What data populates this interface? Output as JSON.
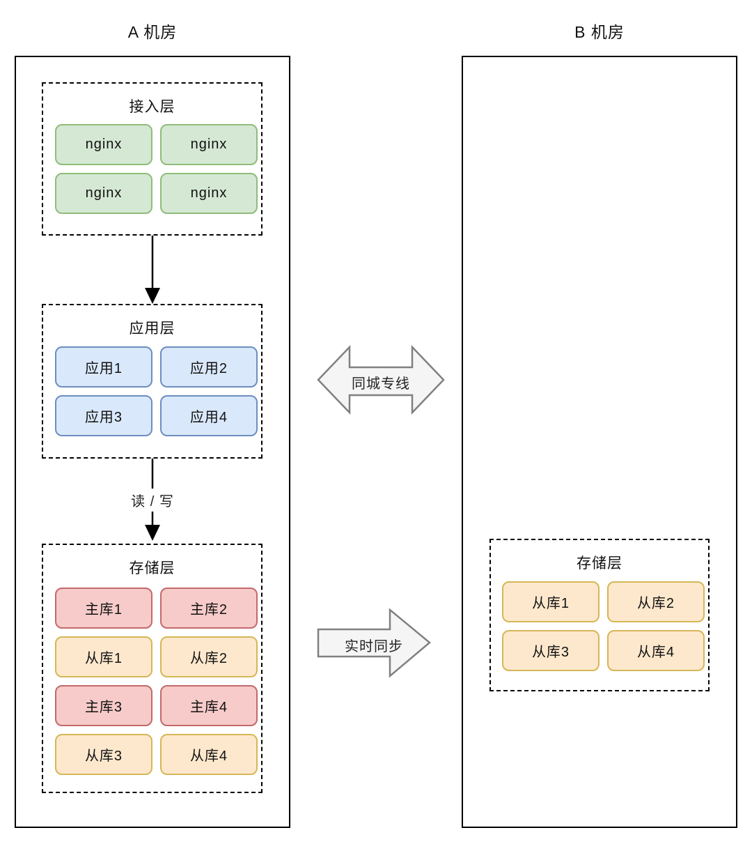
{
  "datacenter_a": {
    "title": "A 机房",
    "access_layer": {
      "title": "接入层",
      "nodes": [
        "nginx",
        "nginx",
        "nginx",
        "nginx"
      ]
    },
    "app_layer": {
      "title": "应用层",
      "nodes": [
        "应用1",
        "应用2",
        "应用3",
        "应用4"
      ]
    },
    "storage_layer": {
      "title": "存储层",
      "nodes": [
        {
          "label": "主库1",
          "type": "master"
        },
        {
          "label": "主库2",
          "type": "master"
        },
        {
          "label": "从库1",
          "type": "slave"
        },
        {
          "label": "从库2",
          "type": "slave"
        },
        {
          "label": "主库3",
          "type": "master"
        },
        {
          "label": "主库4",
          "type": "master"
        },
        {
          "label": "从库3",
          "type": "slave"
        },
        {
          "label": "从库4",
          "type": "slave"
        }
      ]
    }
  },
  "datacenter_b": {
    "title": "B 机房",
    "storage_layer": {
      "title": "存储层",
      "nodes": [
        {
          "label": "从库1",
          "type": "slave"
        },
        {
          "label": "从库2",
          "type": "slave"
        },
        {
          "label": "从库3",
          "type": "slave"
        },
        {
          "label": "从库4",
          "type": "slave"
        }
      ]
    }
  },
  "connectors": {
    "read_write_label": "读 / 写",
    "intercity_link_label": "同城专线",
    "realtime_sync_label": "实时同步"
  },
  "colors": {
    "nginx_fill": "#d5e8d4",
    "nginx_border": "#8fbc79",
    "app_fill": "#dae8fc",
    "app_border": "#6c8ebf",
    "master_fill": "#f6cbc9",
    "master_border": "#c2696b",
    "slave_fill": "#fde8cd",
    "slave_border": "#d6b656",
    "arrow_fill": "#f5f5f5",
    "arrow_border": "#808080",
    "line_color": "#000000"
  }
}
